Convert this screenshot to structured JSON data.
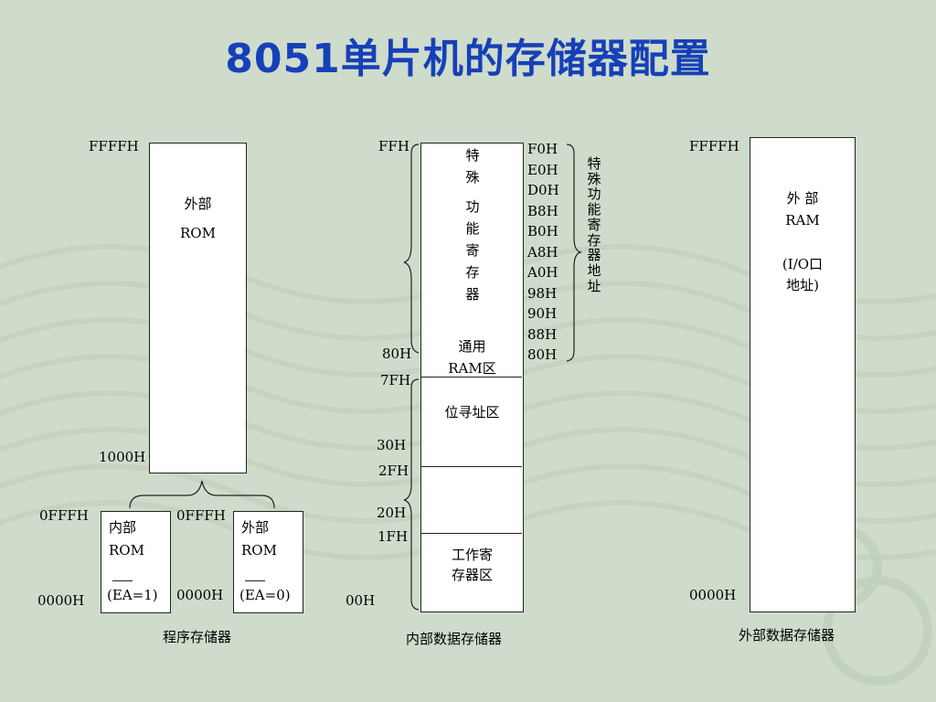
{
  "title": "8051单片机的存储器配置",
  "program_memory": {
    "caption": "程序存储器",
    "external_box": {
      "name": "外部",
      "sub": "ROM",
      "top_addr": "FFFFH",
      "bottom_addr": "1000H"
    },
    "internal_box": {
      "name": "内部",
      "sub": "ROM",
      "ea": "(EA=1)",
      "top_addr": "0FFFH",
      "bottom_addr": "0000H"
    },
    "external_low_box": {
      "name": "外部",
      "sub": "ROM",
      "ea": "(EA=0)",
      "top_addr": "0FFFH",
      "bottom_addr": "0000H"
    }
  },
  "internal_data_memory": {
    "caption": "内部数据存储器",
    "sfr_label_chars": [
      "特",
      "殊",
      "功",
      "能",
      "寄",
      "存",
      "器"
    ],
    "general_ram": [
      "通用",
      "RAM区"
    ],
    "bit_area": "位寻址区",
    "work_regs": [
      "工作寄",
      "存器区"
    ],
    "addresses": {
      "ffh": "FFH",
      "h80": "80H",
      "h7f": "7FH",
      "h30": "30H",
      "h2f": "2FH",
      "h20": "20H",
      "h1f": "1FH",
      "h00": "00H"
    },
    "sfr_addresses": [
      "F0H",
      "E0H",
      "D0H",
      "B8H",
      "B0H",
      "A8H",
      "A0H",
      "98H",
      "90H",
      "88H",
      "80H"
    ],
    "sfr_addr_label_chars": [
      "特",
      "殊",
      "功",
      "能",
      "寄",
      "存",
      "器",
      "地",
      "址"
    ]
  },
  "external_data_memory": {
    "caption": "外部数据存储器",
    "name": "外 部",
    "sub": "RAM",
    "note": [
      "(I/O口",
      "地址)"
    ],
    "top_addr": "FFFFH",
    "bottom_addr": "0000H"
  }
}
